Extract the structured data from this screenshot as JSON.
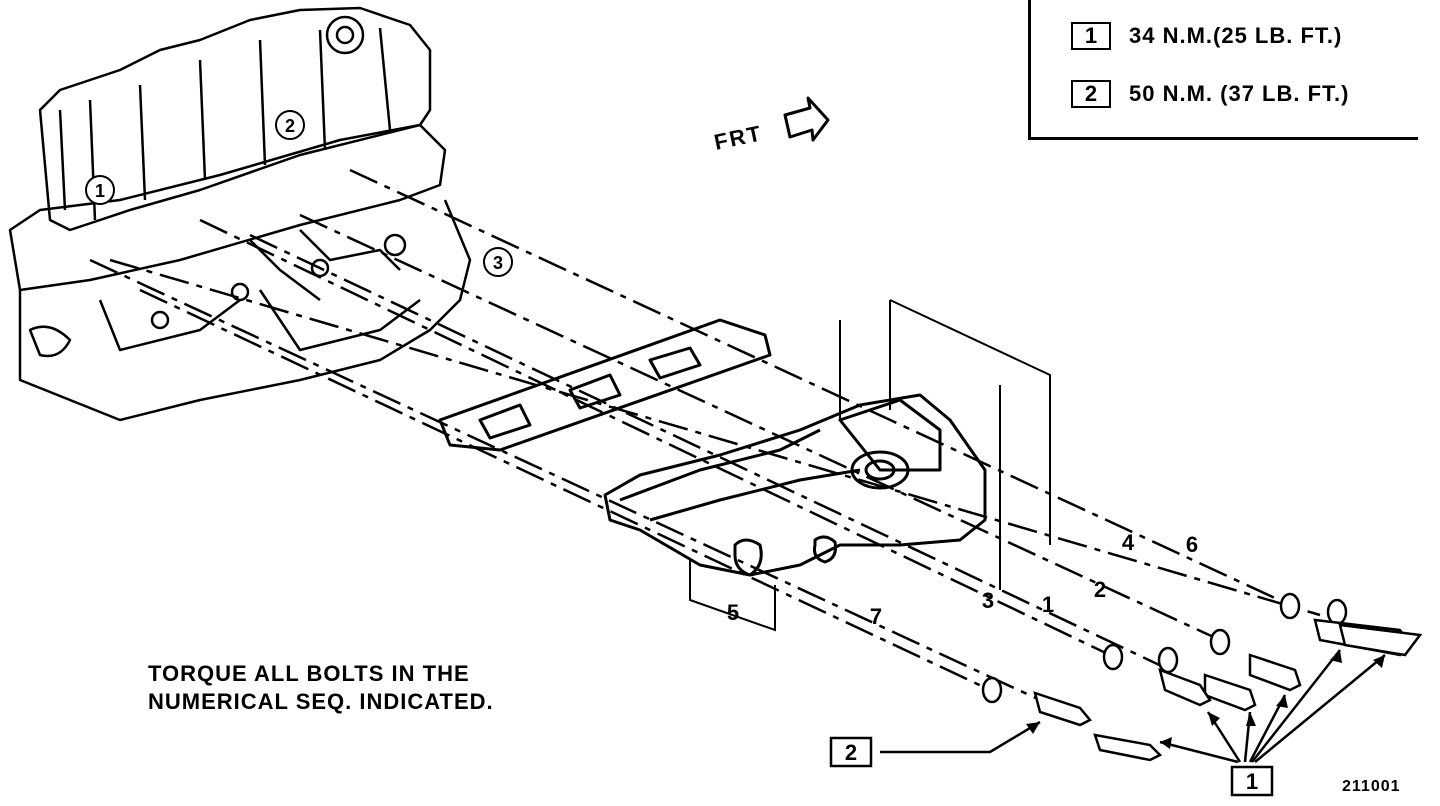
{
  "legend": {
    "items": [
      {
        "callout": "1",
        "text": "34 N.M.(25 LB. FT.)"
      },
      {
        "callout": "2",
        "text": "50 N.M. (37 LB. FT.)"
      }
    ]
  },
  "front_label": "FRT",
  "note": {
    "line1": "TORQUE ALL BOLTS IN THE",
    "line2": "NUMERICAL SEQ. INDICATED."
  },
  "sequence_labels": [
    "1",
    "2",
    "3",
    "4",
    "5",
    "6",
    "7"
  ],
  "cylinder_labels": [
    "1",
    "2",
    "3"
  ],
  "callouts": {
    "bottom_left": "2",
    "bottom_right": "1"
  },
  "figure_number": "211001"
}
